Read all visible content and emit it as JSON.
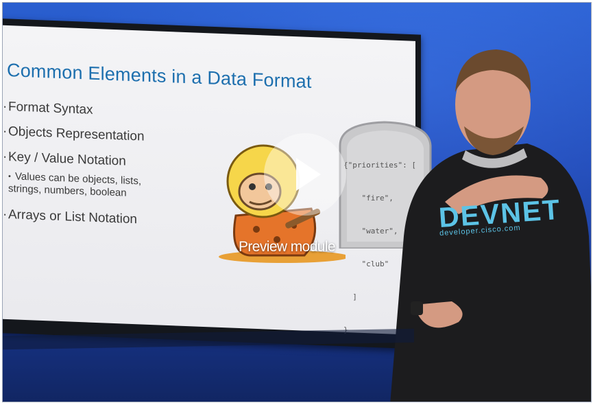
{
  "slide": {
    "title": "Common Elements in a Data Format",
    "bullets": [
      "Format Syntax",
      "Objects Representation",
      "Key / Value Notation",
      "Arrays or List Notation"
    ],
    "sub_bullet_lines": [
      "Values can be objects, lists,",
      "strings, numbers, boolean"
    ],
    "code_lines": [
      "{\"priorities\": [",
      "    \"fire\",",
      "    \"water\",",
      "    \"club\"",
      "  ]",
      "}"
    ]
  },
  "shirt": {
    "brand": "DEVNET",
    "url": "developer.cisco.com"
  },
  "overlay": {
    "play_icon": "play-icon",
    "label": "Preview module"
  },
  "colors": {
    "slide_title": "#1d6fae",
    "shirt_text": "#5cc3e6",
    "studio_blue": "#1f47b4"
  }
}
